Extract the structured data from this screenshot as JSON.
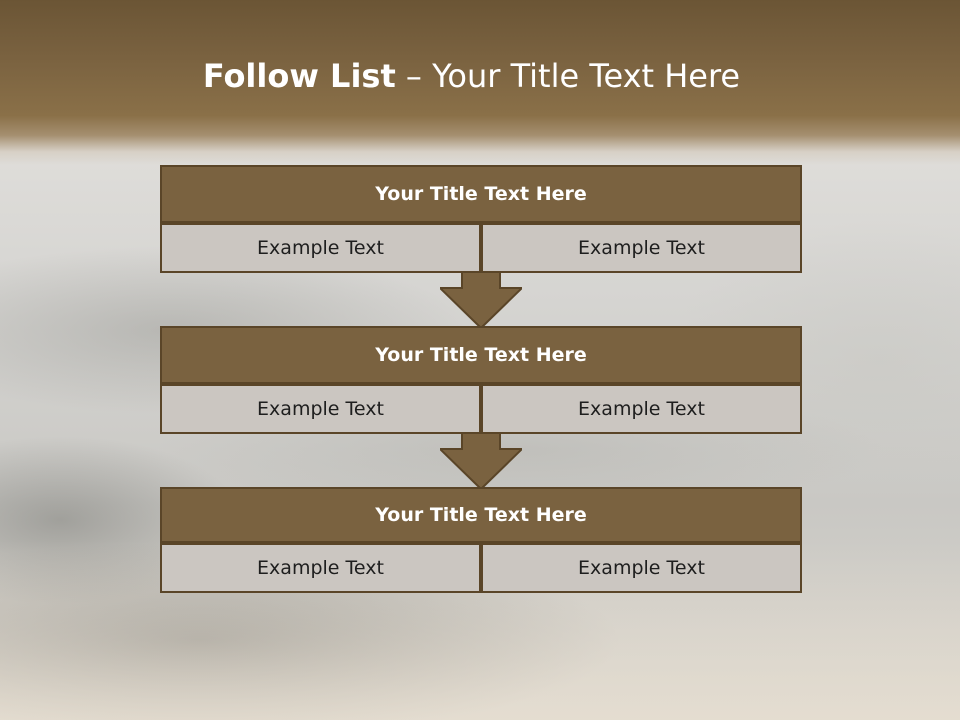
{
  "slide": {
    "title_bold": "Follow List",
    "title_rest": " – Your Title Text Here"
  },
  "blocks": [
    {
      "title": "Your Title Text Here",
      "left_text": "Example Text",
      "right_text": "Example Text"
    },
    {
      "title": "Your Title Text Here",
      "left_text": "Example Text",
      "right_text": "Example Text"
    },
    {
      "title": "Your Title Text Here",
      "left_text": "Example Text",
      "right_text": "Example Text"
    }
  ],
  "colors": {
    "header_brown": "#7a6240",
    "border_brown": "#5a4528",
    "cell_gray": "#cbc6c1"
  },
  "icons": [
    "down-arrow-icon"
  ]
}
